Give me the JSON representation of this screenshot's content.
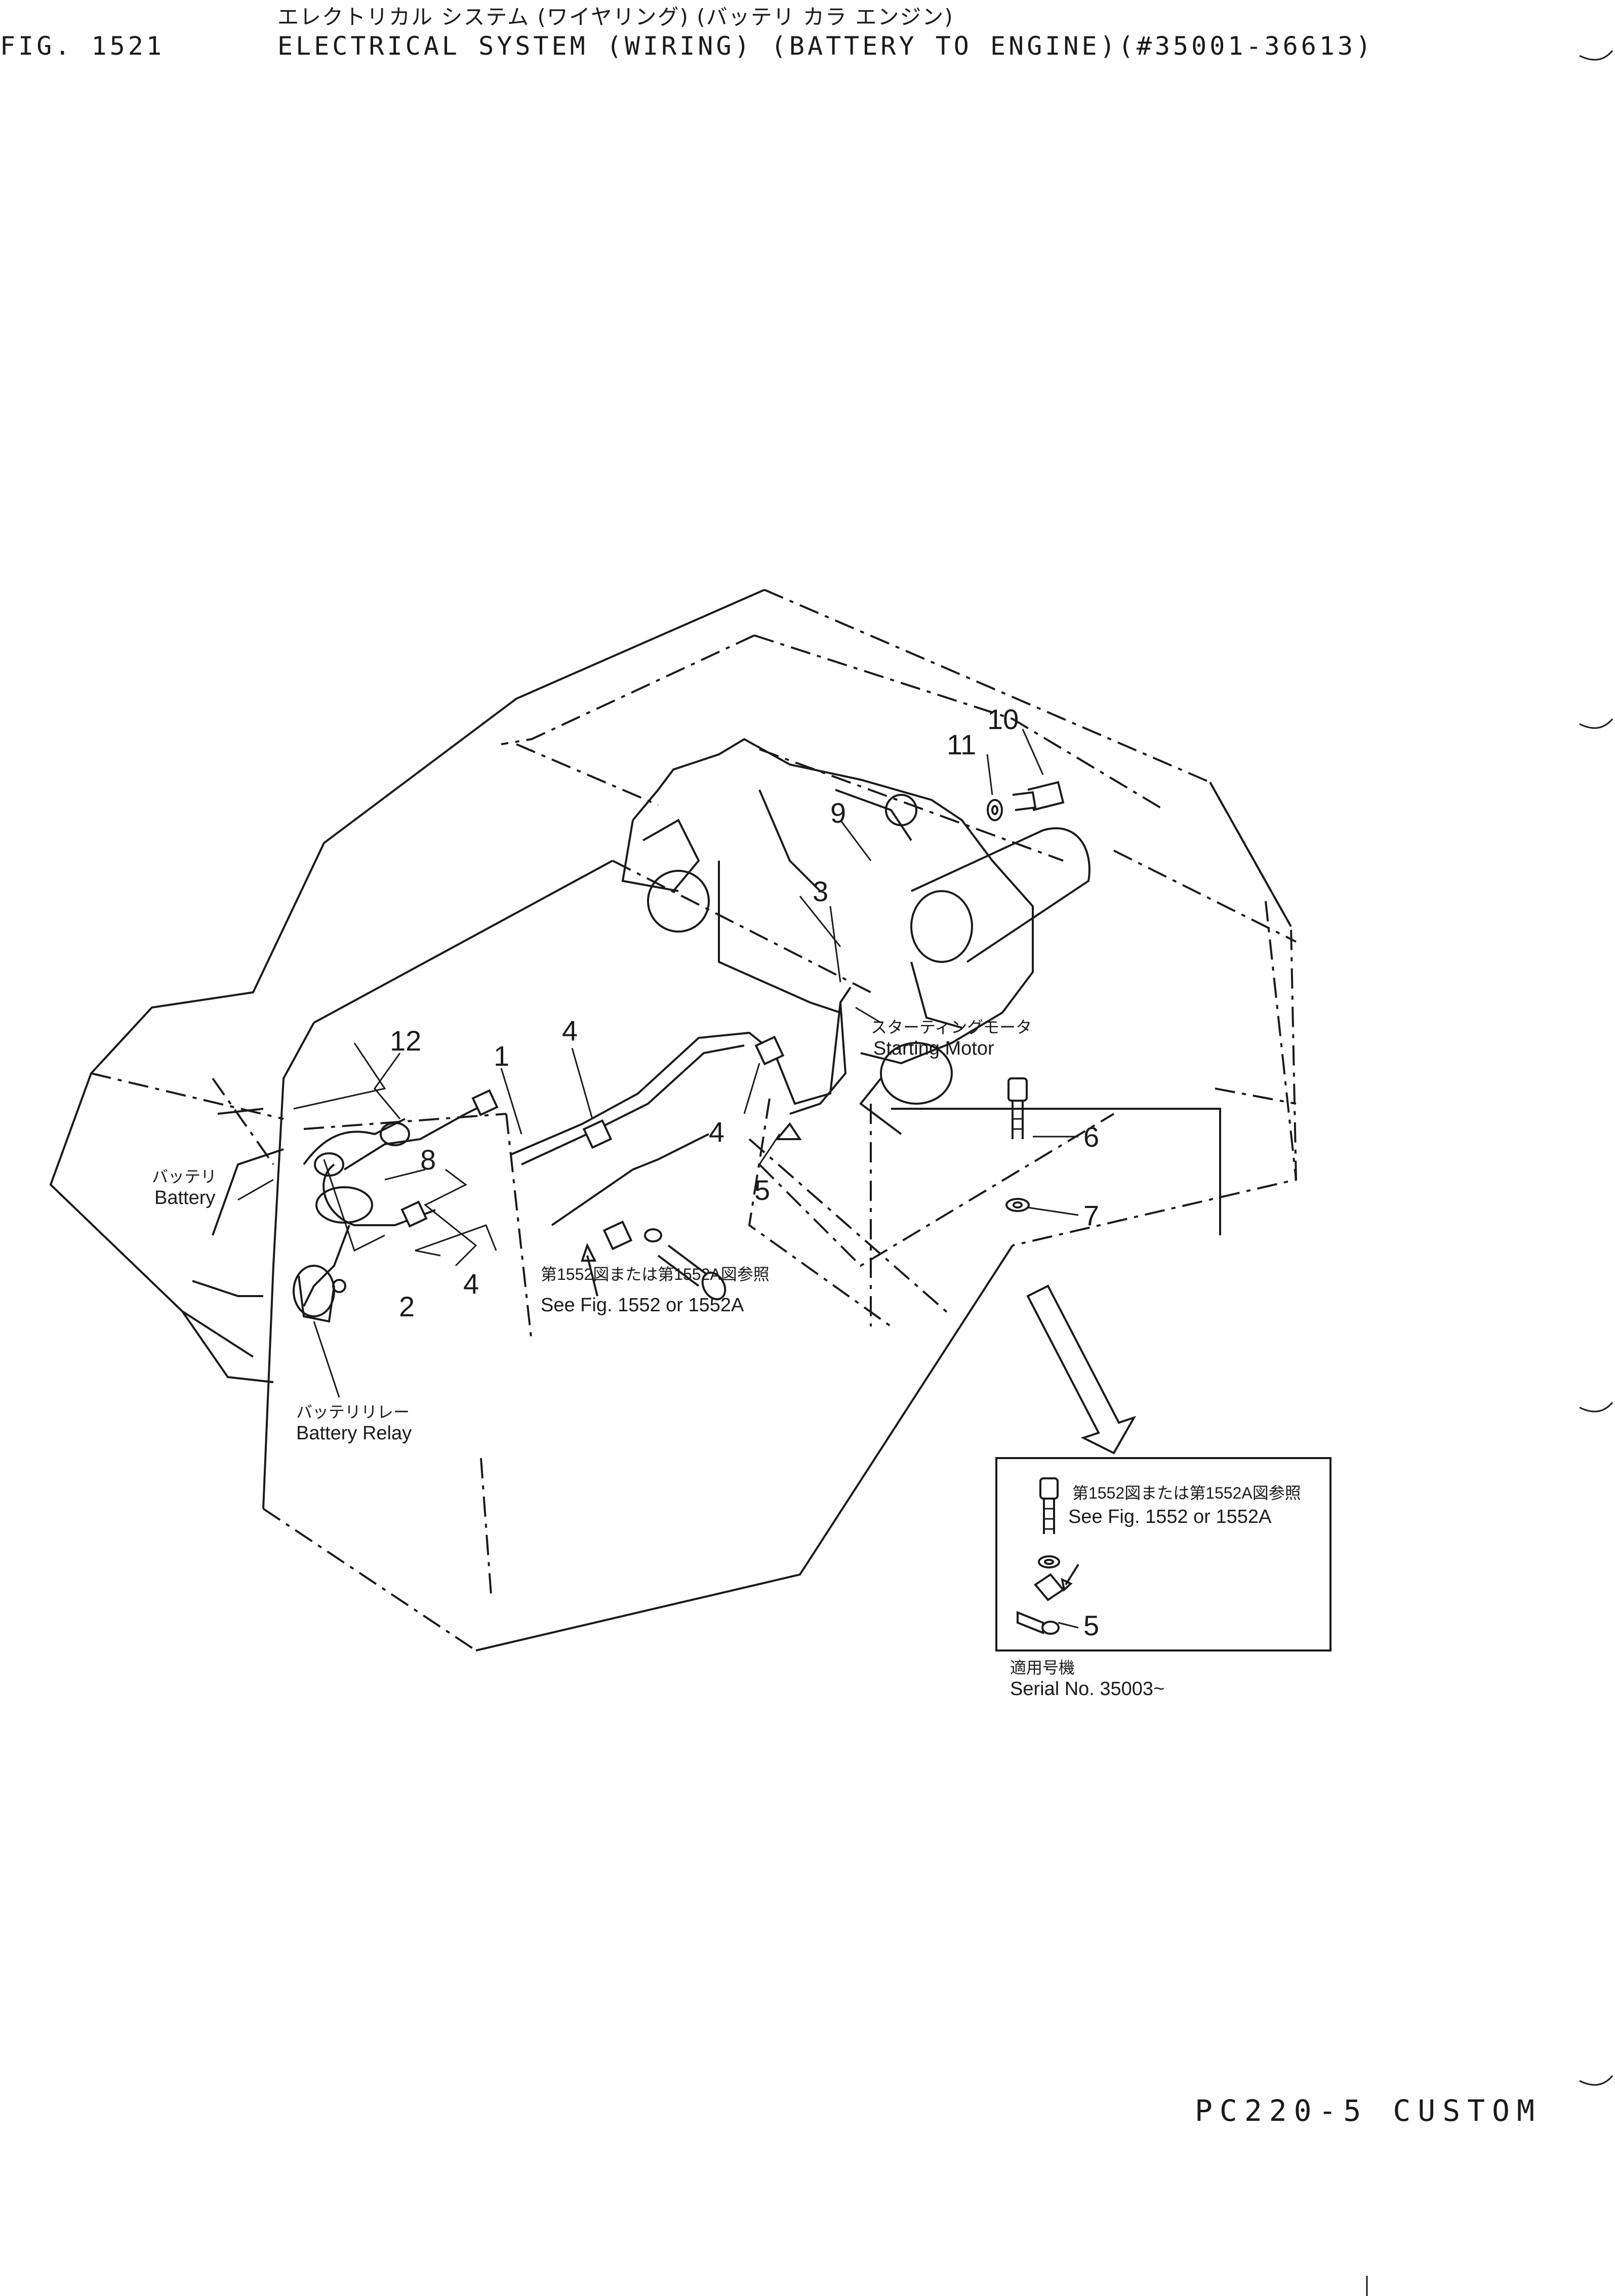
{
  "header": {
    "title_jp": "エレクトリカル システム (ワイヤリング) (バッテリ カラ エンジン)",
    "fig_number": "FIG. 1521",
    "title_en": "ELECTRICAL SYSTEM (WIRING) (BATTERY TO ENGINE)(#35001-36613)"
  },
  "callouts": [
    "1",
    "2",
    "3",
    "4",
    "4",
    "4",
    "5",
    "5",
    "6",
    "7",
    "8",
    "9",
    "10",
    "11",
    "12"
  ],
  "labels": {
    "battery_jp": "バッテリ",
    "battery_en": "Battery",
    "relay_jp": "バッテリリレー",
    "relay_en": "Battery Relay",
    "starting_motor_jp": "スターティングモータ",
    "starting_motor_en": "Starting Motor",
    "see_fig_jp": "第1552図または第1552A図参照",
    "see_fig_en": "See Fig. 1552 or 1552A"
  },
  "inset": {
    "see_fig_jp": "第1552図または第1552A図参照",
    "see_fig_en": "See Fig. 1552 or 1552A",
    "callout": "5",
    "serial_jp": "適用号機",
    "serial_en": "Serial No. 35003~"
  },
  "footer": {
    "model": "PC220-5 CUSTOM"
  }
}
